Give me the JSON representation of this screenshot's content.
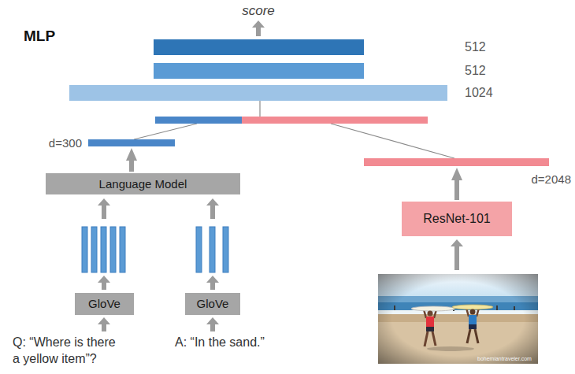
{
  "diagram": {
    "nodes": [
      {
        "text": [
          "512"
        ]
      },
      {
        "text": [
          "512"
        ]
      },
      {
        "text": [
          "1024"
        ]
      },
      {
        "text": [
          "d=300"
        ]
      },
      {
        "text": [
          "d=2048"
        ]
      },
      {
        "text": [
          "Language Model"
        ]
      },
      {
        "text": [
          "ResNet-101"
        ]
      },
      {
        "text": [
          "GloVe"
        ]
      },
      {
        "text": [
          "GloVe"
        ]
      }
    ],
    "edges": [
      {
        "from": 5,
        "to": 3,
        "arrow": "to"
      },
      {
        "from": 6,
        "to": 4,
        "arrow": "to"
      }
    ],
    "labels": [
      "MLP",
      "score",
      "Q: “Where is there a yellow item”?",
      "A: “In the sand.”",
      "bohemiantraveler.com"
    ]
  }
}
